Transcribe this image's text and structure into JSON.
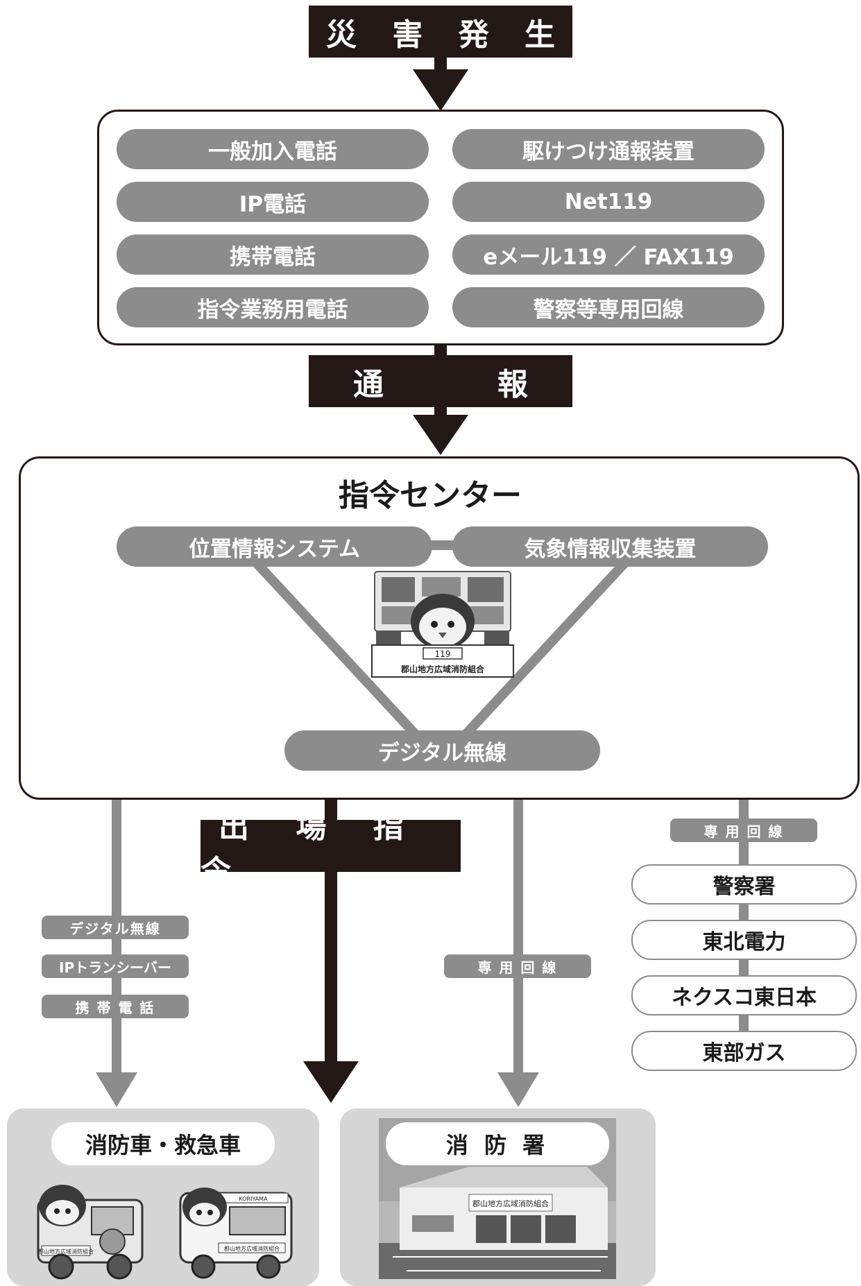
{
  "header": {
    "disaster": "災 害 発 生"
  },
  "report_methods": [
    "一般加入電話",
    "駆けつけ通報装置",
    "IP電話",
    "Net119",
    "携帯電話",
    "eメール119 ／ FAX119",
    "指令業務用電話",
    "警察等専用回線"
  ],
  "report_label": "通　報",
  "center": {
    "title": "指令センター",
    "location_system": "位置情報システム",
    "weather_system": "気象情報収集装置",
    "digital_radio": "デジタル無線",
    "mascot_sign_number": "119",
    "mascot_sign_org": "郡山地方広域消防組合"
  },
  "dispatch_label": "出 場 指 令",
  "left_channels": [
    "デジタル無線",
    "IPトランシーバー",
    "携 帯 電 話"
  ],
  "middle_channel": "専 用 回 線",
  "right_channel": "専 用 回 線",
  "organizations": [
    "警察署",
    "東北電力",
    "ネクスコ東日本",
    "東部ガス"
  ],
  "destinations": {
    "vehicles": "消防車・救急車",
    "vehicle_sign_1": "郡山地方広域消防組合",
    "vehicle_sign_2": "郡山地方広域消防組合",
    "vehicle_top_label": "KORIYAMA",
    "station": "消 防 署",
    "station_sign": "郡山地方広域消防組合"
  },
  "colors": {
    "black": "#231815",
    "gray": "#8c8c8c",
    "light_gray": "#d6d6d6"
  }
}
